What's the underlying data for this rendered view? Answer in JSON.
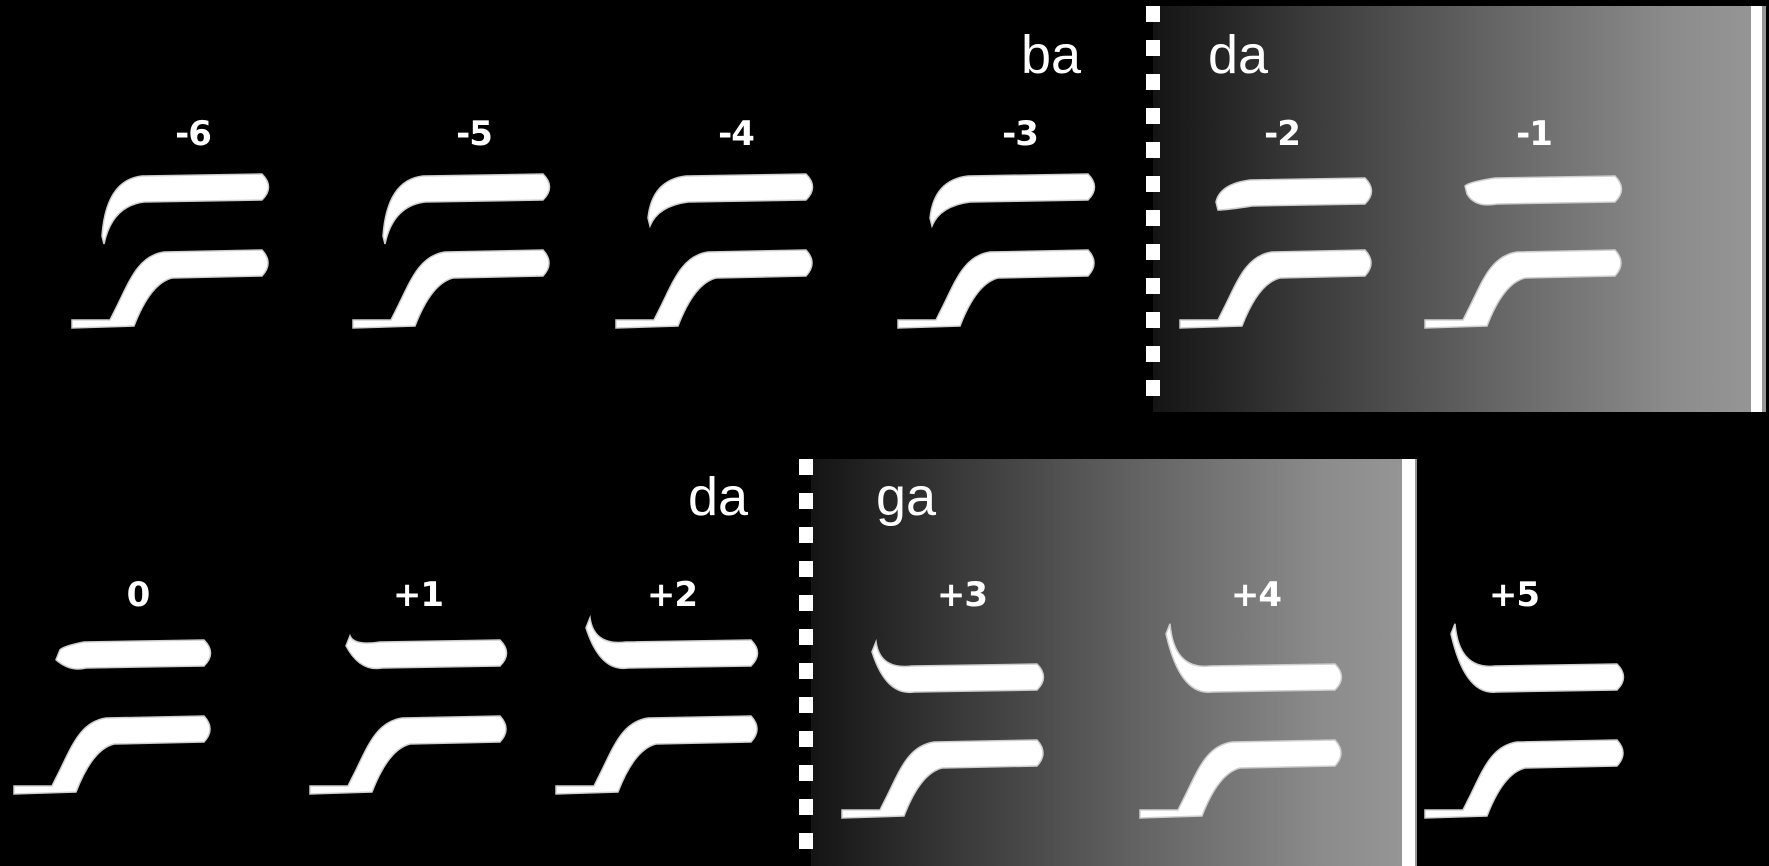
{
  "rows": [
    {
      "category_labels": [
        "ba",
        "da"
      ],
      "steps": [
        "-6",
        "-5",
        "-4",
        "-3",
        "-2",
        "-1"
      ]
    },
    {
      "category_labels": [
        "da",
        "ga"
      ],
      "steps": [
        "0",
        "+1",
        "+2",
        "+3",
        "+4",
        "+5"
      ]
    }
  ],
  "stimuli": [
    {
      "step": "-6",
      "f3_onset": "rising-steep"
    },
    {
      "step": "-5",
      "f3_onset": "rising-steep"
    },
    {
      "step": "-4",
      "f3_onset": "rising"
    },
    {
      "step": "-3",
      "f3_onset": "rising"
    },
    {
      "step": "-2",
      "f3_onset": "rising-slight"
    },
    {
      "step": "-1",
      "f3_onset": "flat-slight"
    },
    {
      "step": "0",
      "f3_onset": "flat"
    },
    {
      "step": "+1",
      "f3_onset": "falling-slight"
    },
    {
      "step": "+2",
      "f3_onset": "falling"
    },
    {
      "step": "+3",
      "f3_onset": "falling"
    },
    {
      "step": "+4",
      "f3_onset": "falling-steep"
    },
    {
      "step": "+5",
      "f3_onset": "falling-steep"
    }
  ],
  "colors": {
    "background": "#000000",
    "foreground": "#ffffff",
    "gradient_start": "#141414",
    "gradient_end": "#979797"
  }
}
